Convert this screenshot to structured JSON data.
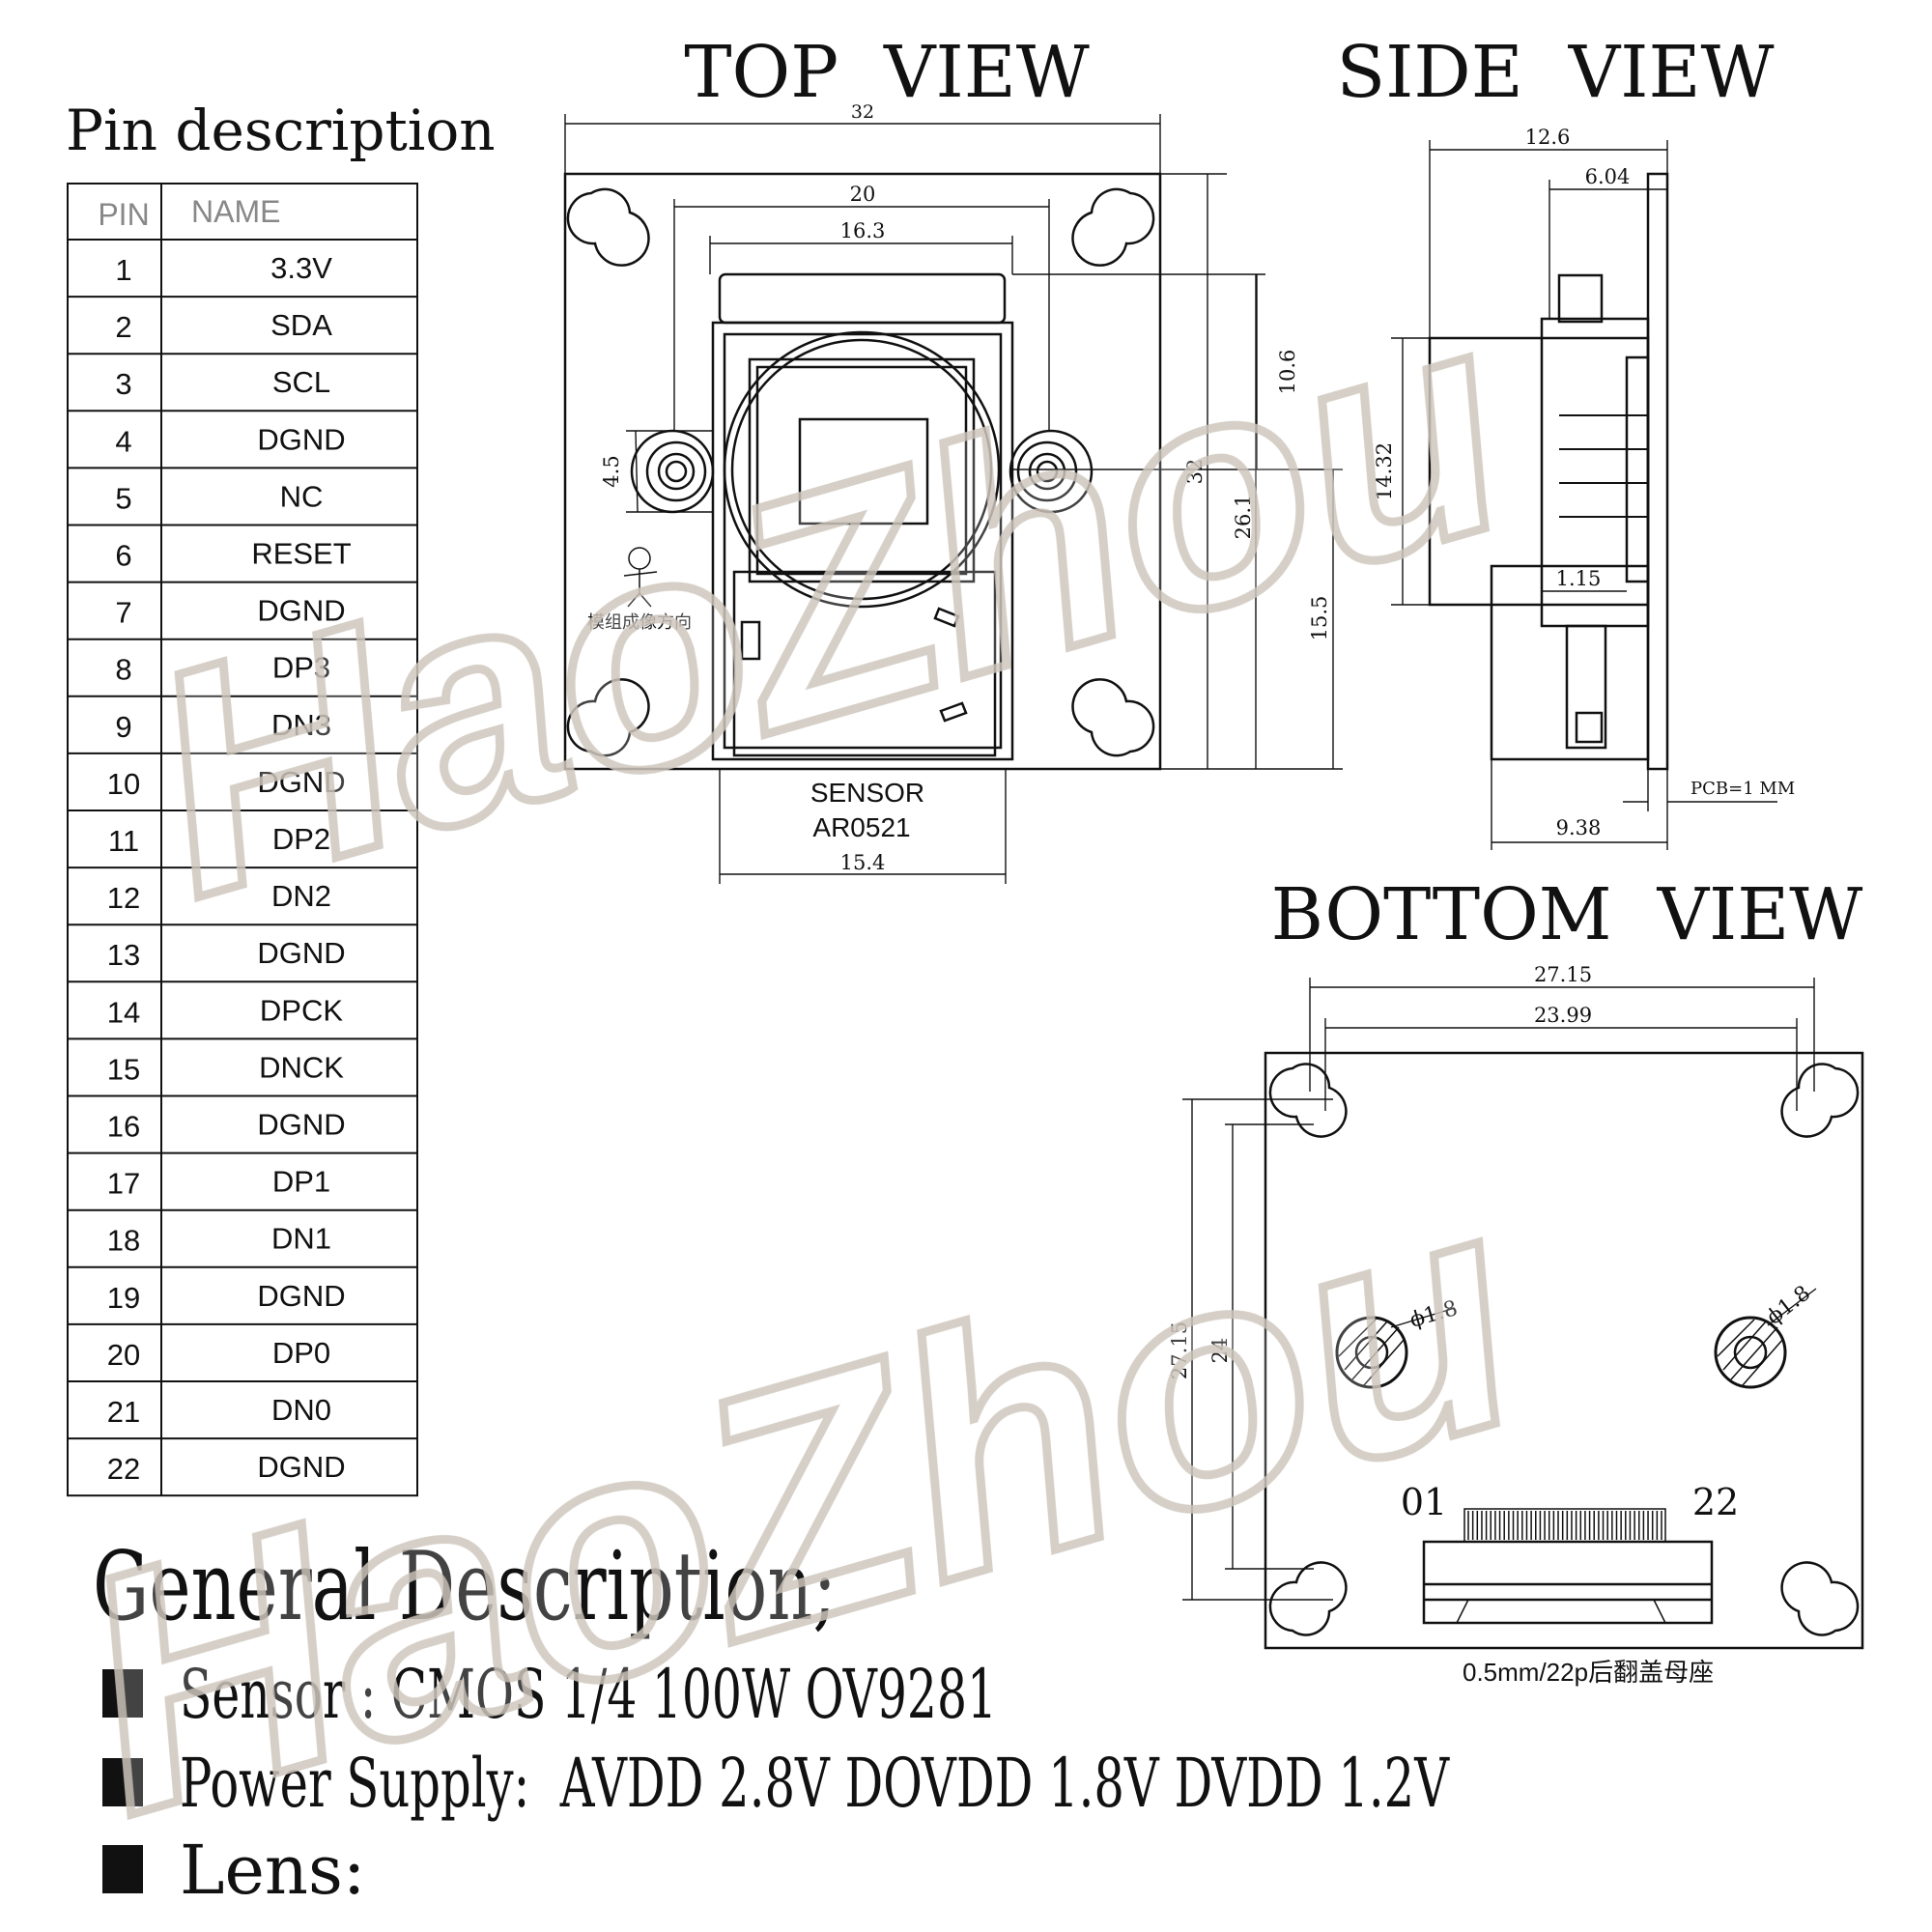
{
  "pin_table": {
    "title": "Pin description",
    "header": {
      "pin": "PIN",
      "name": "NAME"
    },
    "rows": [
      {
        "pin": "1",
        "name": "3.3V"
      },
      {
        "pin": "2",
        "name": "SDA"
      },
      {
        "pin": "3",
        "name": "SCL"
      },
      {
        "pin": "4",
        "name": "DGND"
      },
      {
        "pin": "5",
        "name": "NC"
      },
      {
        "pin": "6",
        "name": "RESET"
      },
      {
        "pin": "7",
        "name": "DGND"
      },
      {
        "pin": "8",
        "name": "DP3"
      },
      {
        "pin": "9",
        "name": "DN3"
      },
      {
        "pin": "10",
        "name": "DGND"
      },
      {
        "pin": "11",
        "name": "DP2"
      },
      {
        "pin": "12",
        "name": "DN2"
      },
      {
        "pin": "13",
        "name": "DGND"
      },
      {
        "pin": "14",
        "name": "DPCK"
      },
      {
        "pin": "15",
        "name": "DNCK"
      },
      {
        "pin": "16",
        "name": "DGND"
      },
      {
        "pin": "17",
        "name": "DP1"
      },
      {
        "pin": "18",
        "name": "DN1"
      },
      {
        "pin": "19",
        "name": "DGND"
      },
      {
        "pin": "20",
        "name": "DP0"
      },
      {
        "pin": "21",
        "name": "DN0"
      },
      {
        "pin": "22",
        "name": "DGND"
      }
    ]
  },
  "top_view": {
    "title": "TOP  VIEW",
    "dims": {
      "width": "32",
      "inner_width": "20",
      "holder_width": "16.3",
      "mount_spacing": "4.5",
      "right_a": "10.6",
      "height": "32",
      "right_b": "26.1",
      "right_c": "15.5",
      "bottom_width": "15.4"
    },
    "orientation_label": "模组成像方向",
    "sensor_label_1": "SENSOR",
    "sensor_label_2": "AR0521"
  },
  "side_view": {
    "title": "SIDE  VIEW",
    "dims": {
      "total": "12.6",
      "upper": "6.04",
      "height": "14.32",
      "small": "1.15",
      "pcb": "PCB=1 MM",
      "bottom": "9.38"
    }
  },
  "bottom_view": {
    "title": "BOTTOM  VIEW",
    "dims": {
      "outer_width": "27.15",
      "inner_width": "23.99",
      "outer_height": "27.15",
      "inner_height": "24",
      "hole_left": "ϕ1.8",
      "hole_right": "ϕ1.8"
    },
    "connector_pin_first": "01",
    "connector_pin_last": "22",
    "connector_label": "0.5mm/22p后翻盖母座"
  },
  "general": {
    "title": "General Description;",
    "items": [
      "Sensor : CMOS 1/4 100W OV9281",
      "Power Supply:  AVDD 2.8V DOVDD 1.8V DVDD 1.2V",
      "Lens:"
    ]
  },
  "watermark": "HaoZhou",
  "colors": {
    "ink": "#111111",
    "watermark_stroke": "#cfc7bd",
    "watermark_fill": "#ffffff"
  }
}
